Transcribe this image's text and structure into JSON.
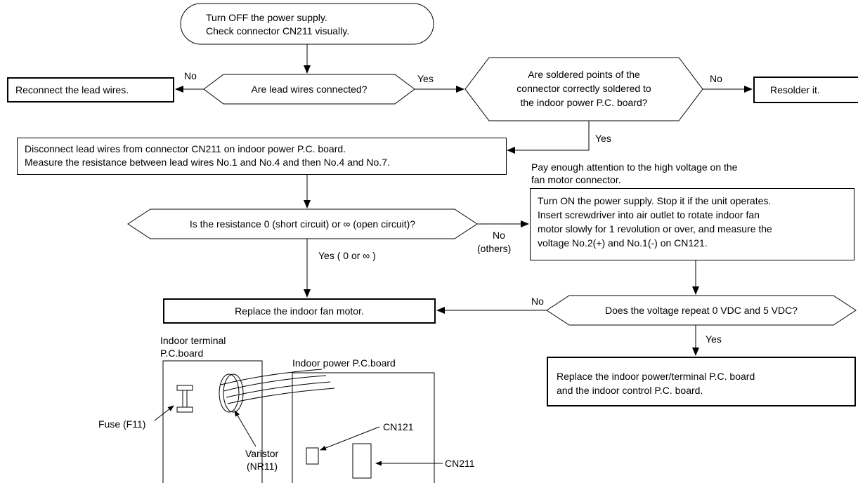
{
  "start": {
    "line1": "Turn OFF the power supply.",
    "line2": "Check connector CN211 visually."
  },
  "q_connected": {
    "text": "Are lead wires connected?",
    "no": "No",
    "yes": "Yes"
  },
  "reconnect": "Reconnect the lead wires.",
  "q_soldered": {
    "line1": "Are soldered points of the",
    "line2": "connector correctly soldered to",
    "line3": "the indoor power P.C. board?",
    "no": "No",
    "yes": "Yes"
  },
  "resolder": "Resolder it.",
  "disconnect": {
    "line1": "Disconnect lead wires from connector CN211 on indoor power P.C. board.",
    "line2": "Measure the resistance between lead wires No.1 and No.4 and then No.4 and No.7."
  },
  "caution": {
    "line1": "Pay enough attention to the high voltage on the",
    "line2": "fan motor connector."
  },
  "power_on": {
    "line1": "Turn ON the power supply. Stop it if the unit operates.",
    "line2": "Insert screwdriver into air outlet to rotate indoor fan",
    "line3": "motor slowly for 1 revolution or over, and measure the",
    "line4": "voltage No.2(+) and No.1(-) on CN121."
  },
  "q_resistance": {
    "text": "Is the resistance 0 (short circuit) or ∞ (open circuit)?",
    "no": "No",
    "no_sub": "(others)",
    "yes": "Yes ( 0 or ∞ )"
  },
  "replace_motor": "Replace the indoor fan motor.",
  "q_voltage": {
    "text": "Does the voltage repeat 0 VDC and 5 VDC?",
    "no": "No",
    "yes": "Yes"
  },
  "replace_boards": {
    "line1": "Replace the indoor power/terminal P.C. board",
    "line2": "and the indoor control P.C. board."
  },
  "wiring": {
    "terminal_board_line1": "Indoor terminal",
    "terminal_board_line2": "P.C.board",
    "power_board": "Indoor power P.C.board",
    "fuse": "Fuse (F11)",
    "varistor_line1": "Varistor",
    "varistor_line2": "(NR11)",
    "cn121": "CN121",
    "cn211": "CN211"
  }
}
